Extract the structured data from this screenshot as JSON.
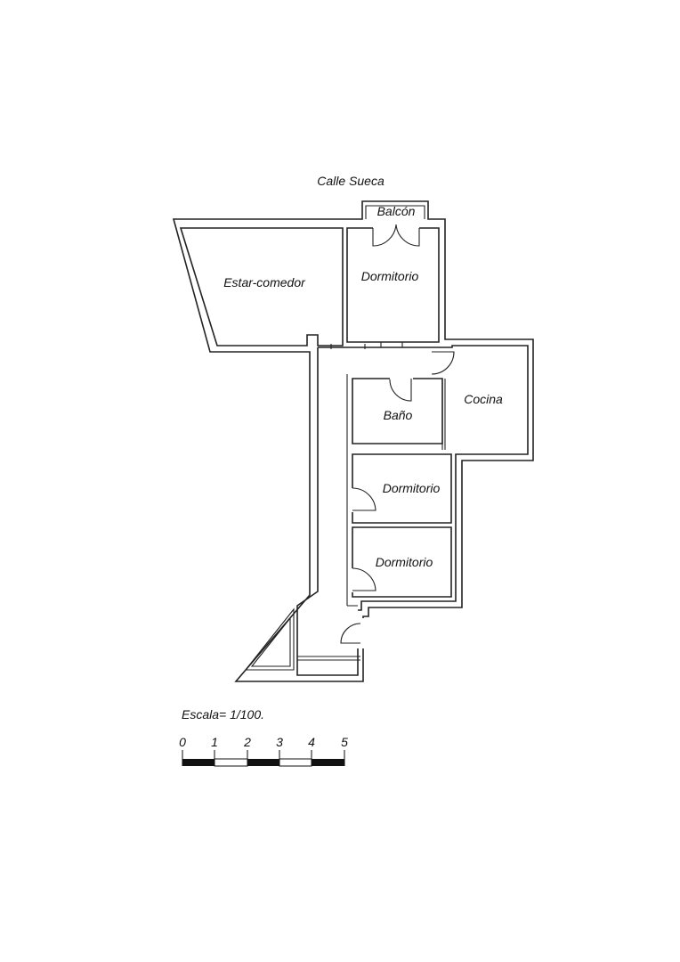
{
  "street": "Calle Sueca",
  "rooms": {
    "balcon": "Balcón",
    "estar": "Estar-comedor",
    "dormitorio_1": "Dormitorio",
    "cocina": "Cocina",
    "bano": "Baño",
    "dormitorio_2": "Dormitorio",
    "dormitorio_3": "Dormitorio"
  },
  "scale": {
    "label": "Escala= 1/100.",
    "ticks": [
      "0",
      "1",
      "2",
      "3",
      "4",
      "5"
    ]
  }
}
